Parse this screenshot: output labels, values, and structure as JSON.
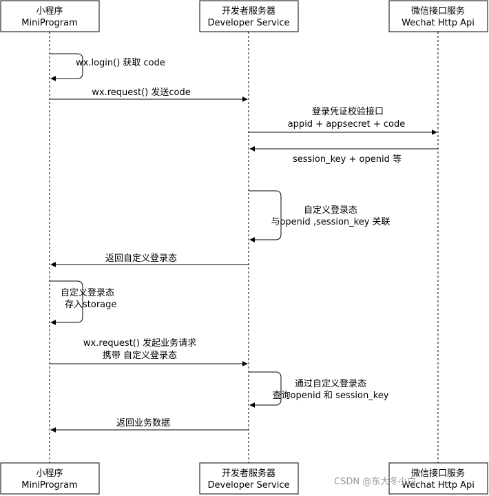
{
  "participants": [
    {
      "name": "小程序",
      "subtitle": "MiniProgram"
    },
    {
      "name": "开发者服务器",
      "subtitle": "Developer Service"
    },
    {
      "name": "微信接口服务",
      "subtitle": "Wechat Http Api"
    }
  ],
  "messages": {
    "login": "wx.login() 获取 code",
    "send_code": "wx.request() 发送code",
    "verify_line1": "登录凭证校验接口",
    "verify_line2": "appid + appsecret + code",
    "session_return": "session_key + openid 等",
    "custom_state_line1": "自定义登录态",
    "custom_state_line2": "与openid ,session_key 关联",
    "return_state": "返回自定义登录态",
    "store_line1": "自定义登录态",
    "store_line2": "存入storage",
    "biz_request_line1": "wx.request() 发起业务请求",
    "biz_request_line2": "携带 自定义登录态",
    "query_line1": "通过自定义登录态",
    "query_line2": "查询openid 和 session_key",
    "return_biz": "返回业务数据"
  },
  "watermark": "CSDN @东大冬小白"
}
